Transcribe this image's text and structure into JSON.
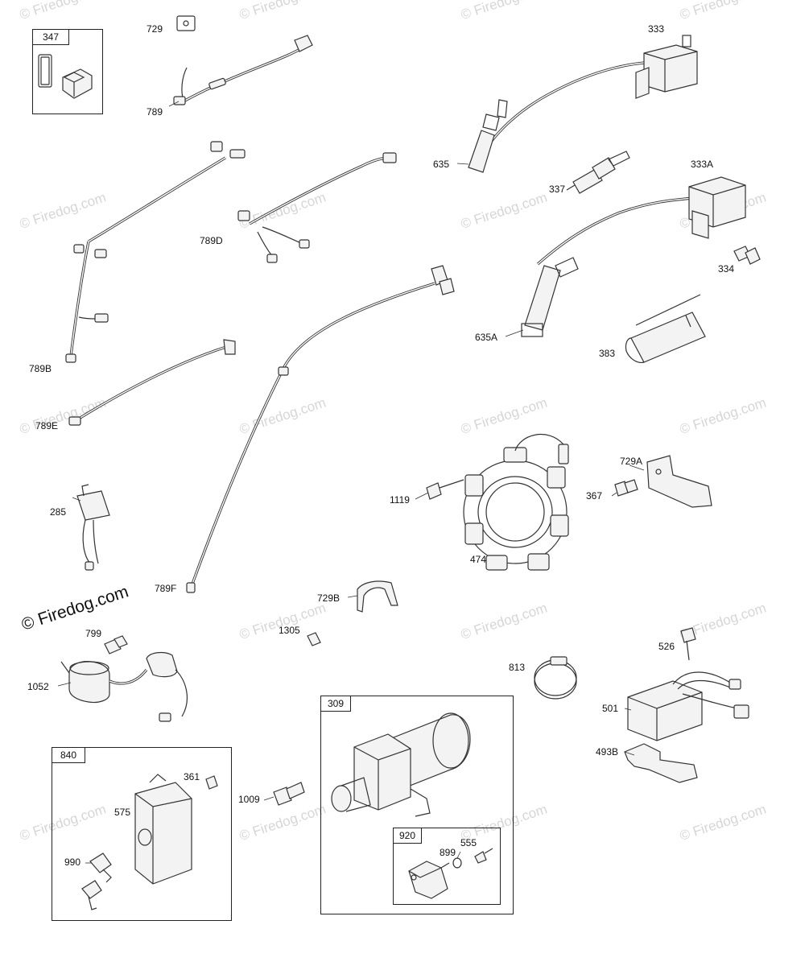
{
  "watermark": {
    "text": "© Firedog.com"
  },
  "logo": {
    "text": "© Firedog.com"
  },
  "group_boxes": {
    "b347": "347",
    "b840": "840",
    "b309": "309",
    "b920": "920"
  },
  "callouts": {
    "c729": "729",
    "c789": "789",
    "c333": "333",
    "c635": "635",
    "c337": "337",
    "c333A": "333A",
    "c334": "334",
    "c789D": "789D",
    "c789B": "789B",
    "c635A": "635A",
    "c383": "383",
    "c789E": "789E",
    "c285": "285",
    "c729A": "729A",
    "c367": "367",
    "c1119": "1119",
    "c474": "474",
    "c789F": "789F",
    "c729B": "729B",
    "c1305": "1305",
    "c799": "799",
    "c1052": "1052",
    "c526": "526",
    "c813": "813",
    "c501": "501",
    "c493B": "493B",
    "c361": "361",
    "c575": "575",
    "c990": "990",
    "c1009": "1009",
    "c555": "555",
    "c899": "899"
  }
}
